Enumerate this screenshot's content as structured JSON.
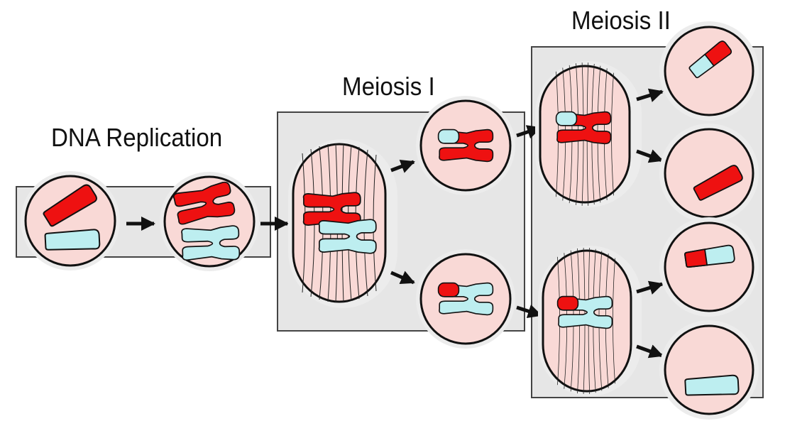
{
  "diagram": {
    "stages": [
      {
        "key": "dna_replication",
        "title": "DNA Replication"
      },
      {
        "key": "meiosis_1",
        "title": "Meiosis I"
      },
      {
        "key": "meiosis_2",
        "title": "Meiosis II"
      }
    ]
  },
  "colors": {
    "panel_fill": "#e6e6e6",
    "panel_stroke": "#444444",
    "cell_fill": "#f9d9d6",
    "cell_halo": "#ececec",
    "maternal_chromosome": "#ee1111",
    "paternal_chromosome": "#bdeef0",
    "outline": "#111111"
  }
}
